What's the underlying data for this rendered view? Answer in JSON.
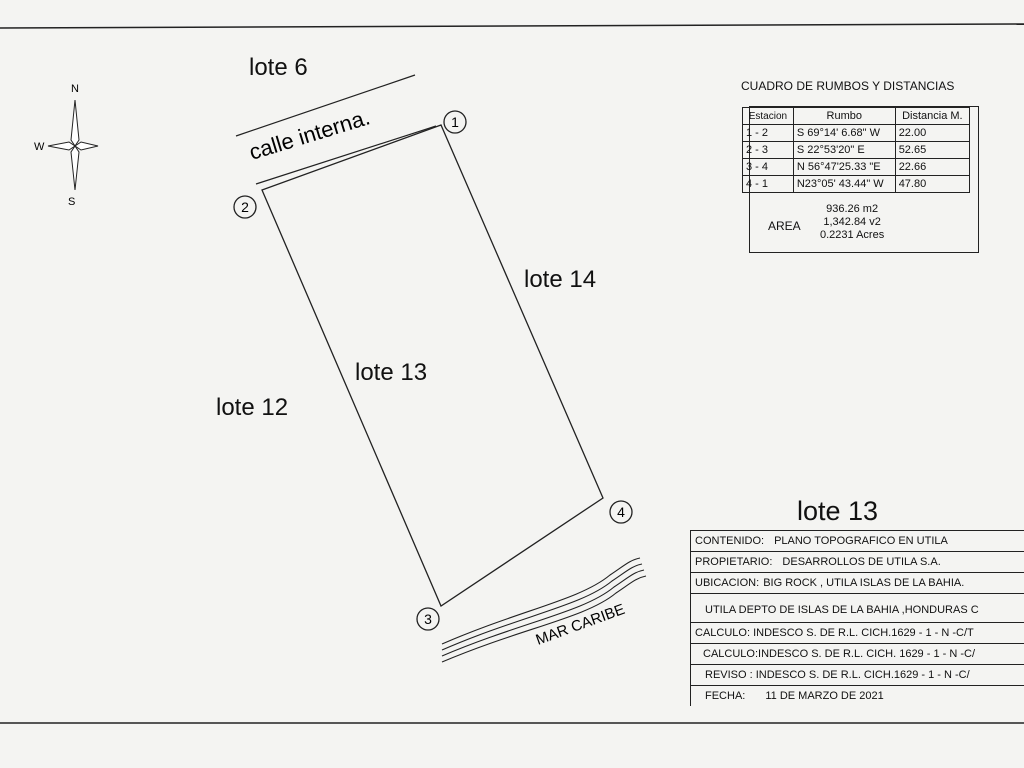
{
  "compass": {
    "n": "N",
    "w": "W",
    "s": "S"
  },
  "labels": {
    "lote6": "lote 6",
    "calle": "calle interna.",
    "lote14": "lote 14",
    "lote13_in": "lote 13",
    "lote12": "lote 12",
    "mar": "MAR CARIBE"
  },
  "stations": [
    "1",
    "2",
    "3",
    "4"
  ],
  "rumbos": {
    "title": "CUADRO DE RUMBOS Y DISTANCIAS",
    "headers": [
      "Estacion",
      "Rumbo",
      "Distancia M."
    ],
    "rows": [
      [
        "1 - 2",
        "S 69°14' 6.68\" W",
        "22.00"
      ],
      [
        "2 - 3",
        "S 22°53'20\" E",
        "52.65"
      ],
      [
        "3 - 4",
        "N 56°47'25.33 \"E",
        "22.66"
      ],
      [
        "4 - 1",
        "N23°05' 43.44\" W",
        "47.80"
      ]
    ],
    "area_label": "AREA",
    "area_m2": "936.26 m2",
    "area_v2": "1,342.84 v2",
    "area_acres": "0.2231 Acres"
  },
  "title_block": {
    "lot": "lote 13",
    "contenido_label": "CONTENIDO:",
    "contenido": "PLANO TOPOGRAFICO EN UTILA",
    "propietario_label": "PROPIETARIO:",
    "propietario": "DESARROLLOS DE UTILA S.A.",
    "ubicacion_label": "UBICACION:",
    "ubicacion": "BIG ROCK , UTILA ISLAS DE LA BAHIA.",
    "depto": "UTILA  DEPTO DE ISLAS DE LA BAHIA ,HONDURAS C",
    "calculo1": "CALCULO:  INDESCO S. DE R.L. CICH.1629 - 1 - N -C/T",
    "calculo2": "CALCULO:INDESCO S. DE R.L. CICH. 1629 - 1 - N -C/",
    "reviso": "REVISO :  INDESCO S. DE R.L. CICH.1629 - 1 - N -C/",
    "fecha_label": "FECHA:",
    "fecha": "11 DE MARZO DE 2021"
  }
}
